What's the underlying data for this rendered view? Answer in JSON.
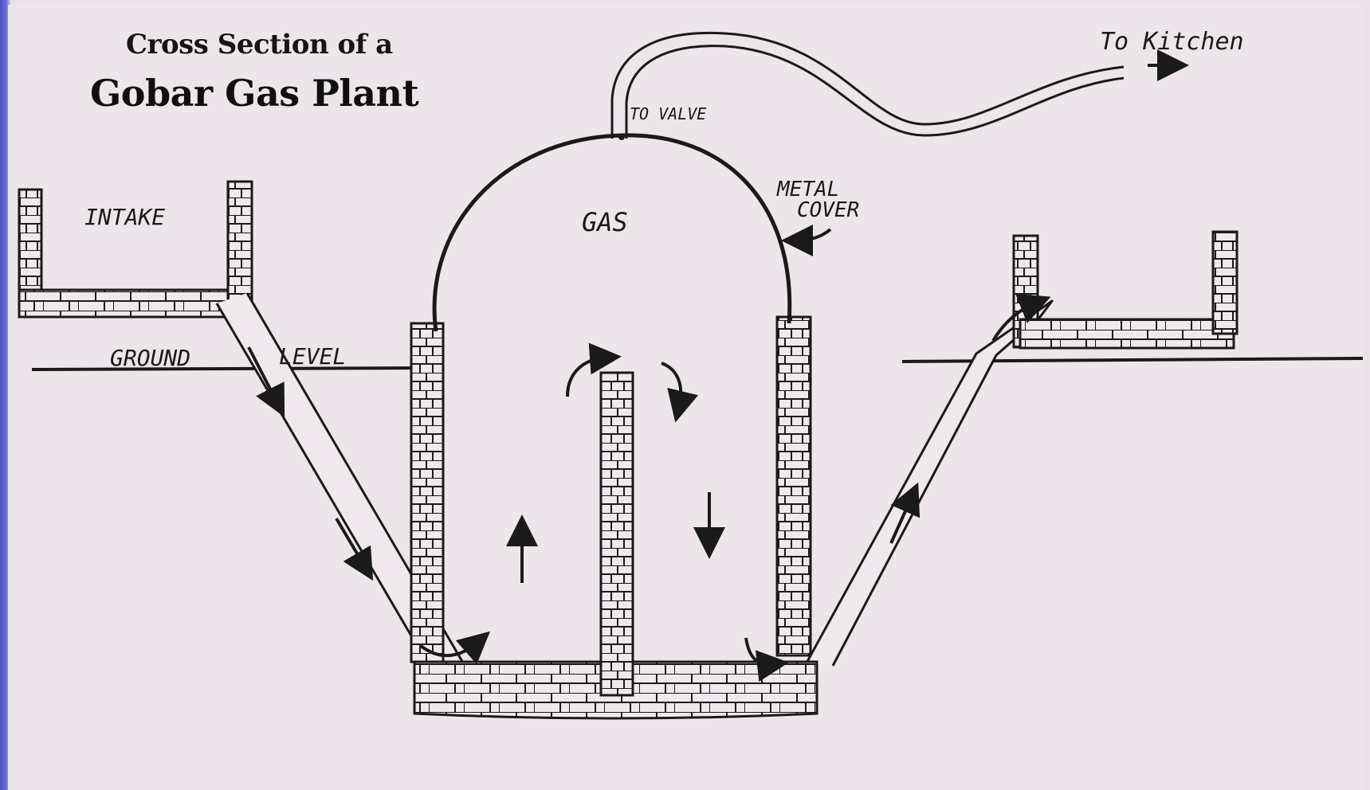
{
  "title": {
    "line1": "Cross Section of a",
    "line2": "Gobar Gas Plant"
  },
  "labels": {
    "intake": "INTAKE",
    "ground_level_1": "GROUND",
    "ground_level_2": "LEVEL",
    "gas": "GAS",
    "metal_cover_1": "METAL",
    "metal_cover_2": "COVER",
    "to_valve": "TO VALVE",
    "to_kitchen": "To Kitchen"
  },
  "colors": {
    "ink": "#1a1a1a",
    "paper": "#ece6eb",
    "frame": "#4b4fc0"
  }
}
